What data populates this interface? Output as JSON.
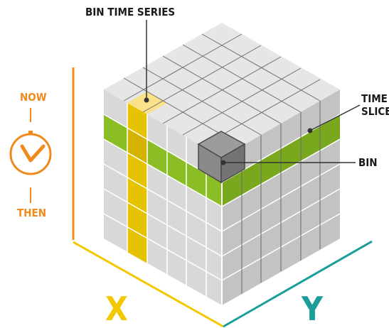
{
  "labels": {
    "bin_time_series": "BIN TIME SERIES",
    "time_slice_line1": "TIME",
    "time_slice_line2": "SLICE",
    "bin": "BIN",
    "now": "NOW",
    "then": "THEN",
    "x_axis": "X",
    "y_axis": "Y"
  },
  "cube": {
    "layers": 6,
    "rows": 6,
    "columns": 6,
    "time_slice_layer": 2,
    "highlighted_column": 2
  },
  "colors": {
    "cube_top": "#e6e6e6",
    "cube_left": "#d5d5d5",
    "cube_right": "#bfbfbf",
    "grid_line": "#6e6e6e",
    "time_series": "#e6c300",
    "time_series_top": "#fae28a",
    "time_slice": "#8bbd24",
    "time_slice_dark": "#6e9a1c",
    "bin_face": "#8a8a8a",
    "clock_orange": "#f08a1c",
    "x_axis": "#f2c800",
    "y_axis": "#1a9e9b"
  },
  "icons": [
    "clock-icon"
  ]
}
